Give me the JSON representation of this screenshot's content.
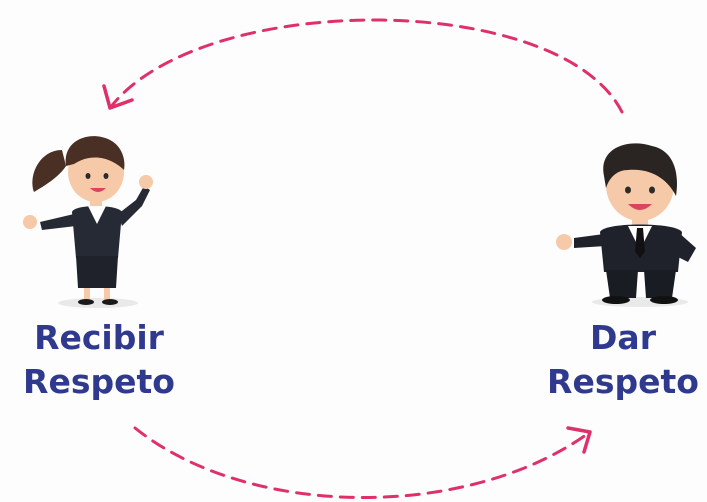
{
  "left_person": {
    "label_line1": "Recibir",
    "label_line2": "Respeto"
  },
  "right_person": {
    "label_line1": "Dar",
    "label_line2": "Respeto"
  },
  "arrow_color": "#e0306a",
  "label_color": "#2f3a8f"
}
